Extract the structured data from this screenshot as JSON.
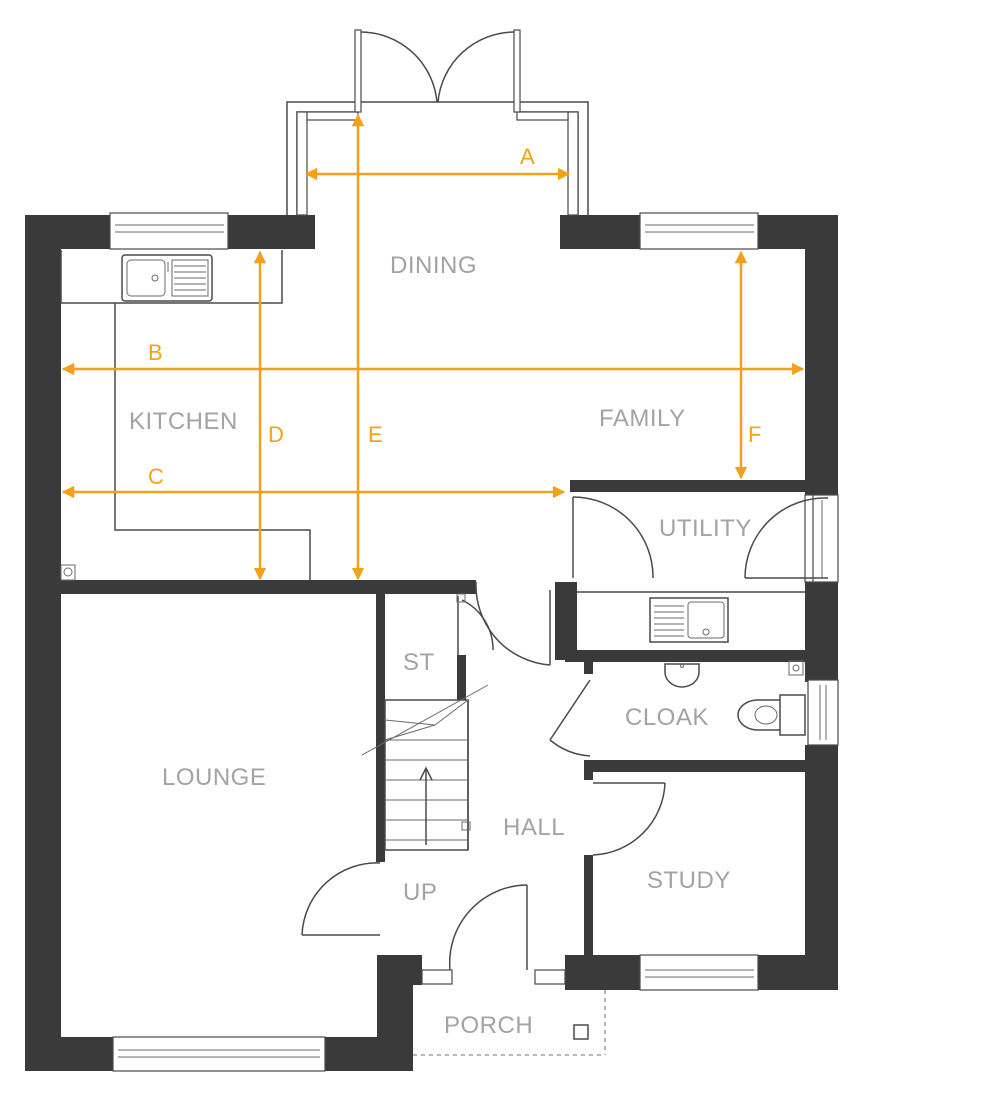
{
  "rooms": {
    "dining": "DINING",
    "kitchen": "KITCHEN",
    "family": "FAMILY",
    "utility": "UTILITY",
    "st": "ST",
    "cloak": "CLOAK",
    "lounge": "LOUNGE",
    "hall": "HALL",
    "study": "STUDY",
    "up": "UP",
    "porch": "PORCH"
  },
  "dimensions": {
    "a": "A",
    "b": "B",
    "c": "C",
    "d": "D",
    "e": "E",
    "f": "F"
  },
  "colors": {
    "wall": "#3a3a3a",
    "dimension": "#f5a01a",
    "label": "#a3a3a3"
  }
}
